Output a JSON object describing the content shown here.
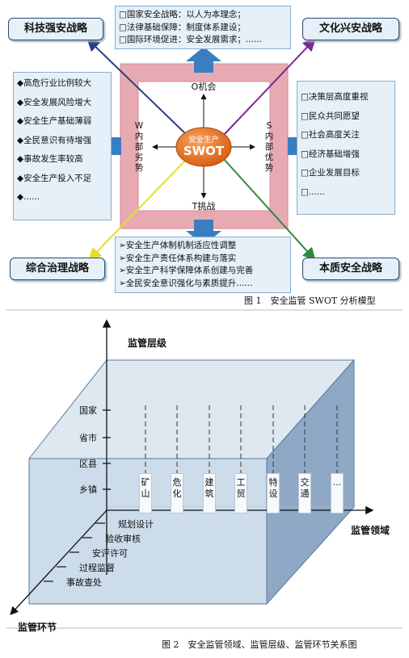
{
  "fig1": {
    "strategies": {
      "tl": "科技强安战略",
      "tr": "文化兴安战略",
      "bl": "综合治理战略",
      "br": "本质安全战略"
    },
    "top_notes": [
      "□国家安全战略：以人为本理念；",
      "□法律基础保障：制度体系建设；",
      "□国际环境促进：安全发展需求；......"
    ],
    "left_notes": [
      "◆高危行业比例较大",
      "◆安全发展风险增大",
      "◆安全生产基础薄弱",
      "◆全民意识有待增强",
      "◆事故发生率较高",
      "◆安全生产投入不足",
      "◆......"
    ],
    "right_notes": [
      "□决策层高度重视",
      "□民众共同愿望",
      "□社会高度关注",
      "□经济基础增强",
      "□企业发展目标",
      "□......"
    ],
    "bottom_notes": [
      "➢安全生产体制机制适应性调整",
      "➢安全生产责任体系构建与落实",
      "➢安全生产科学保障体系创建与完善",
      "➢全民安全意识强化与素质提升......"
    ],
    "o_label": "O机会",
    "w_label": "W内部劣势",
    "s_label": "S内部优势",
    "t_label": "T挑战",
    "center_top": "安全生产",
    "center_bottom": "SWOT",
    "caption": "图 1　安全监管 SWOT 分析模型"
  },
  "fig2": {
    "axis_level": "监管层级",
    "axis_domain": "监管领域",
    "axis_link": "监管环节",
    "levels": [
      "国家",
      "省市",
      "区县",
      "乡镇"
    ],
    "domains": [
      "矿山",
      "危化",
      "建筑",
      "工贸",
      "特设",
      "交通",
      "..."
    ],
    "steps": [
      "规划设计",
      "验收审核",
      "安评许可",
      "过程监督",
      "事故查处"
    ],
    "caption": "图 2　安全监管领域、监管层级、监管环节关系图"
  },
  "colors": {
    "arrow_blue": "#2b3f86",
    "arrow_purple": "#7a2a92",
    "arrow_yellow": "#e8dc2a",
    "arrow_green": "#2f8a3a",
    "frame_pink": "#e8aab2",
    "center_orange": "#e06a18",
    "block_arrow": "#3a7ec2",
    "cube_front": "#c3d6e6",
    "cube_side": "#8ea8c6",
    "cube_top": "#dde8f1"
  }
}
